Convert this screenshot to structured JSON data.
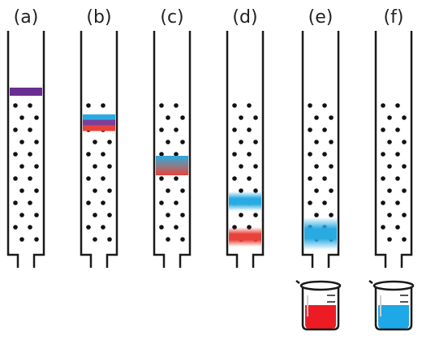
{
  "panels": [
    {
      "label": "(a)",
      "bands": [
        {
          "name": "purple",
          "type": "solid",
          "color": "#6a2d91"
        }
      ],
      "beaker": null
    },
    {
      "label": "(b)",
      "bands": [
        {
          "name": "mixed",
          "type": "stripes",
          "colors": [
            "#29abe2",
            "#7e3f98",
            "#e8433a"
          ]
        }
      ],
      "beaker": null
    },
    {
      "label": "(c)",
      "bands": [
        {
          "name": "partially-separated",
          "type": "gradient",
          "colors": [
            "#29abe2",
            "#e8433a"
          ]
        }
      ],
      "beaker": null
    },
    {
      "label": "(d)",
      "bands": [
        {
          "name": "blue",
          "type": "fuzzy",
          "color": "#29abe2"
        },
        {
          "name": "red",
          "type": "fuzzy",
          "color": "#e8433a"
        }
      ],
      "beaker": null
    },
    {
      "label": "(e)",
      "bands": [
        {
          "name": "blue",
          "type": "fuzzy",
          "color": "#29abe2"
        }
      ],
      "beaker": {
        "liquid_color": "#ed1c24"
      }
    },
    {
      "label": "(f)",
      "bands": [],
      "beaker": {
        "liquid_color": "#1ea8e6"
      }
    }
  ],
  "colors": {
    "outline": "#1a1a1a",
    "packing_dots": "#111111"
  }
}
